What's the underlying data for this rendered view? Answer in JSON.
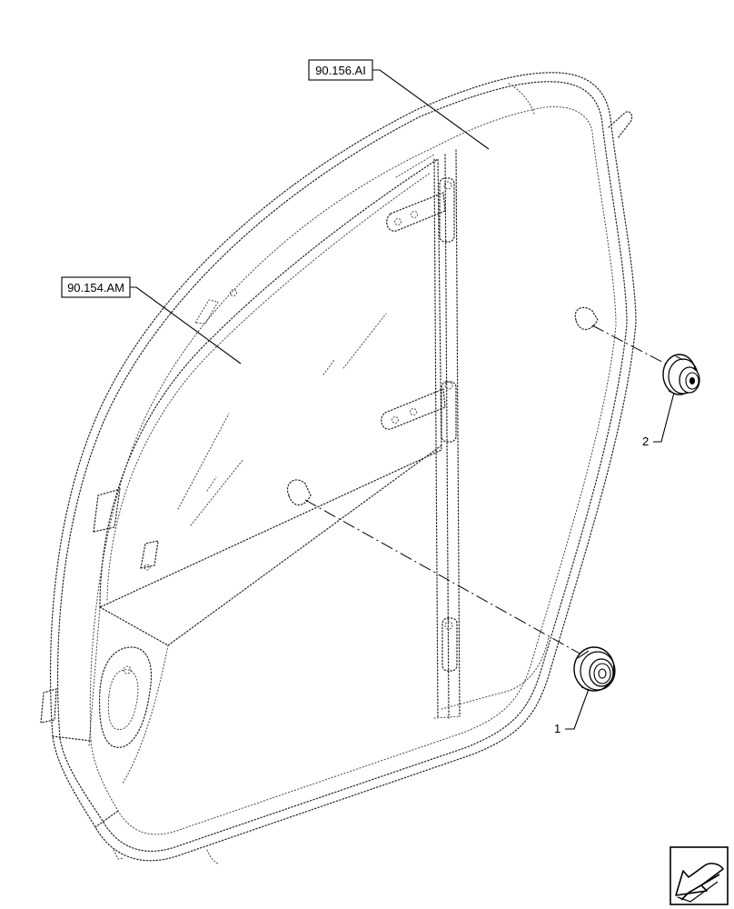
{
  "references": {
    "ref_window": "90.156.AI",
    "ref_door": "90.154.AM"
  },
  "callouts": {
    "item_1": "1",
    "item_2": "2"
  },
  "icons": {
    "nav_arrow": "arrow-left-down-icon"
  }
}
